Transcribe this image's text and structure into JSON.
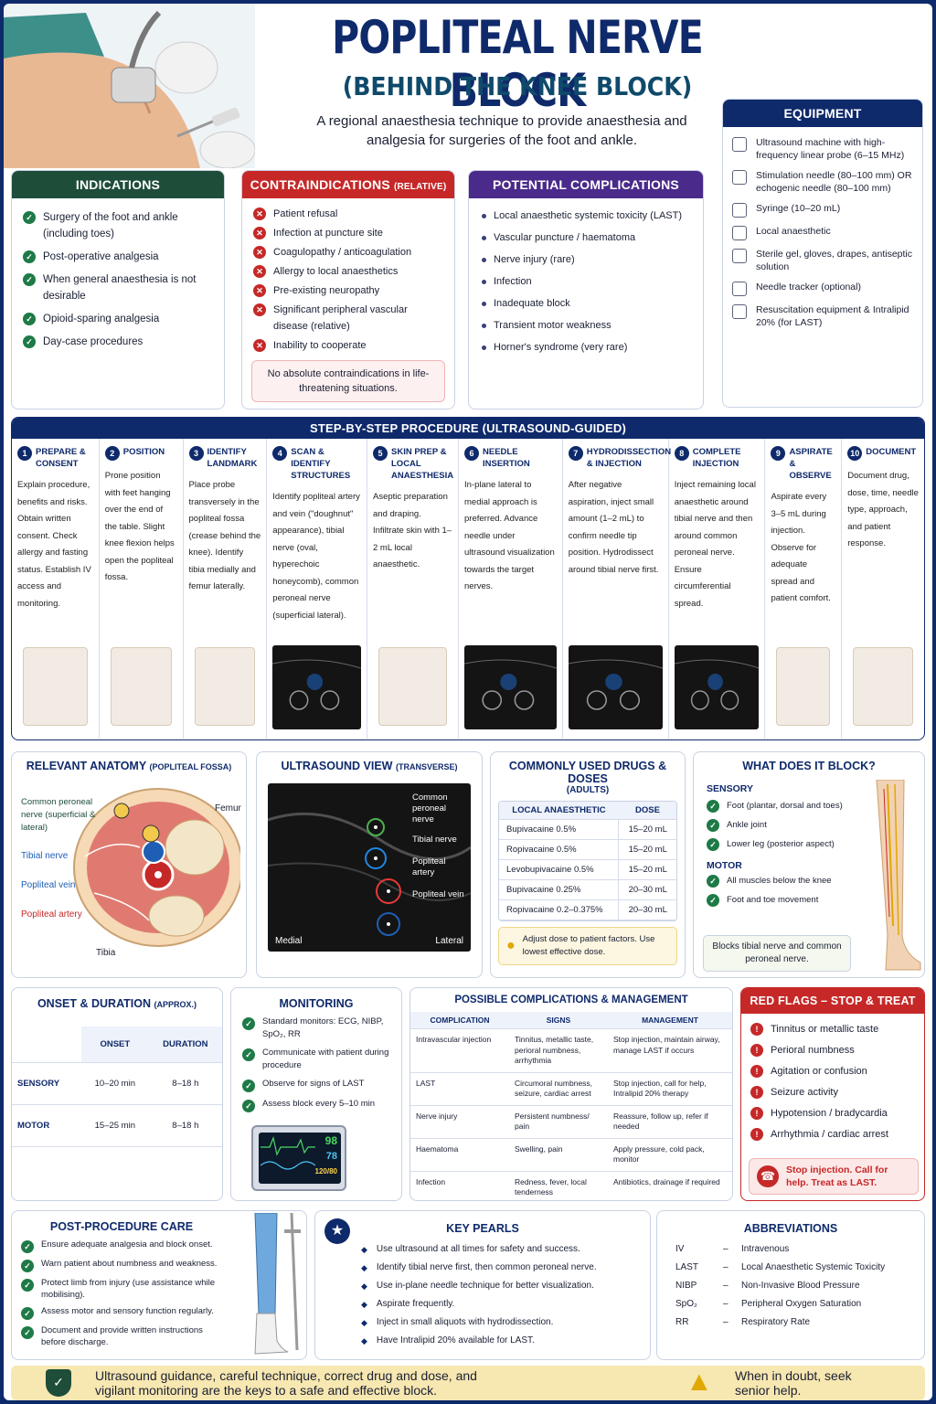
{
  "header": {
    "title": "POPLITEAL NERVE BLOCK",
    "subtitle": "(BEHIND THE KNEE BLOCK)",
    "description": "A regional anaesthesia technique to provide anaesthesia and analgesia for surgeries of the foot and ankle."
  },
  "equipment": {
    "title": "EQUIPMENT",
    "items": [
      {
        "icon": "ultrasound-machine-icon",
        "text": "Ultrasound machine with high-frequency linear probe (6–15 MHz)"
      },
      {
        "icon": "needle-icon",
        "text": "Stimulation needle (80–100 mm) OR echogenic needle (80–100 mm)"
      },
      {
        "icon": "syringe-icon",
        "text": "Syringe (10–20 mL)"
      },
      {
        "icon": "vial-icon",
        "text": "Local anaesthetic"
      },
      {
        "icon": "gel-bottle-icon",
        "text": "Sterile gel, gloves, drapes, antiseptic solution"
      },
      {
        "icon": "needle-tracker-icon",
        "text": "Needle tracker (optional)"
      },
      {
        "icon": "resuscitation-kit-icon",
        "text": "Resuscitation equipment & Intralipid 20% (for LAST)"
      }
    ]
  },
  "indications": {
    "title": "INDICATIONS",
    "items": [
      "Surgery of the foot and ankle (including toes)",
      "Post-operative analgesia",
      "When general anaesthesia is not desirable",
      "Opioid-sparing analgesia",
      "Day-case procedures"
    ]
  },
  "contraindications": {
    "title": "CONTRAINDICATIONS",
    "title_note": "(RELATIVE)",
    "items": [
      "Patient refusal",
      "Infection at puncture site",
      "Coagulopathy / anticoagulation",
      "Allergy to local anaesthetics",
      "Pre-existing neuropathy",
      "Significant peripheral vascular disease (relative)",
      "Inability to cooperate"
    ],
    "note": "No absolute contraindications in life-threatening situations."
  },
  "complications": {
    "title": "POTENTIAL COMPLICATIONS",
    "items": [
      "Local anaesthetic systemic toxicity (LAST)",
      "Vascular puncture / haematoma",
      "Nerve injury (rare)",
      "Infection",
      "Inadequate block",
      "Transient motor weakness",
      "Horner's syndrome (very rare)"
    ]
  },
  "procedure": {
    "title": "STEP-BY-STEP PROCEDURE (ULTRASOUND-GUIDED)",
    "steps": [
      {
        "num": "1",
        "title": "PREPARE & CONSENT",
        "text": "Explain procedure, benefits and risks. Obtain written consent. Check allergy and fasting status. Establish IV access and monitoring."
      },
      {
        "num": "2",
        "title": "POSITION",
        "text": "Prone position with feet hanging over the end of the table. Slight knee flexion helps open the popliteal fossa."
      },
      {
        "num": "3",
        "title": "IDENTIFY LANDMARK",
        "text": "Place probe transversely in the popliteal fossa (crease behind the knee). Identify tibia medially and femur laterally."
      },
      {
        "num": "4",
        "title": "SCAN & IDENTIFY STRUCTURES",
        "text": "Identify popliteal artery and vein (\"doughnut\" appearance), tibial nerve (oval, hyperechoic honeycomb), common peroneal nerve (superficial lateral)."
      },
      {
        "num": "5",
        "title": "SKIN PREP & LOCAL ANAESTHESIA",
        "text": "Aseptic preparation and draping. Infiltrate skin with 1–2 mL local anaesthetic."
      },
      {
        "num": "6",
        "title": "NEEDLE INSERTION",
        "text": "In-plane lateral to medial approach is preferred. Advance needle under ultrasound visualization towards the target nerves."
      },
      {
        "num": "7",
        "title": "HYDRODISSECTION & INJECTION",
        "text": "After negative aspiration, inject small amount (1–2 mL) to confirm needle tip position. Hydrodissect around tibial nerve first."
      },
      {
        "num": "8",
        "title": "COMPLETE INJECTION",
        "text": "Inject remaining local anaesthetic around tibial nerve and then around common peroneal nerve. Ensure circumferential spread."
      },
      {
        "num": "9",
        "title": "ASPIRATE & OBSERVE",
        "text": "Aspirate every 3–5 mL during injection. Observe for adequate spread and patient comfort."
      },
      {
        "num": "10",
        "title": "DOCUMENT",
        "text": "Document drug, dose, time, needle type, approach, and patient response."
      }
    ]
  },
  "anatomy": {
    "title": "RELEVANT ANATOMY",
    "title_note": "(POPLITEAL FOSSA)",
    "labels": {
      "peroneal": "Common peroneal nerve (superficial & lateral)",
      "femur": "Femur",
      "tibial": "Tibial nerve",
      "vein": "Popliteal vein",
      "artery": "Popliteal artery",
      "tibia": "Tibia"
    }
  },
  "ultrasound": {
    "title": "ULTRASOUND VIEW",
    "title_note": "(TRANSVERSE)",
    "labels": [
      "Common peroneal nerve",
      "Tibial nerve",
      "Popliteal artery",
      "Popliteal vein"
    ],
    "medial": "Medial",
    "lateral": "Lateral"
  },
  "drugs": {
    "title": "COMMONLY USED DRUGS & DOSES",
    "subtitle": "(ADULTS)",
    "headers": [
      "LOCAL ANAESTHETIC",
      "DOSE"
    ],
    "rows": [
      [
        "Bupivacaine 0.5%",
        "15–20 mL"
      ],
      [
        "Ropivacaine 0.5%",
        "15–20 mL"
      ],
      [
        "Levobupivacaine 0.5%",
        "15–20 mL"
      ],
      [
        "Bupivacaine 0.25%",
        "20–30 mL"
      ],
      [
        "Ropivacaine 0.2–0.375%",
        "20–30 mL"
      ]
    ],
    "tip": "Adjust dose to patient factors. Use lowest effective dose."
  },
  "blocks": {
    "title": "WHAT DOES IT BLOCK?",
    "sensory_title": "SENSORY",
    "sensory": [
      "Foot (plantar, dorsal and toes)",
      "Ankle joint",
      "Lower leg (posterior aspect)"
    ],
    "motor_title": "MOTOR",
    "motor": [
      "All muscles below the knee",
      "Foot and toe movement"
    ],
    "note": "Blocks tibial nerve and common peroneal nerve."
  },
  "onset": {
    "title": "ONSET & DURATION",
    "title_note": "(APPROX.)",
    "headers": [
      "ONSET",
      "DURATION"
    ],
    "rows": [
      [
        "SENSORY",
        "10–20 min",
        "8–18 h"
      ],
      [
        "MOTOR",
        "15–25 min",
        "8–18 h"
      ]
    ]
  },
  "monitoring": {
    "title": "MONITORING",
    "items": [
      "Standard monitors: ECG, NIBP, SpO₂, RR",
      "Communicate with patient during procedure",
      "Observe for signs of LAST",
      "Assess block every 5–10 min"
    ],
    "monitor_values": [
      "98",
      "78",
      "120/80"
    ]
  },
  "management": {
    "title": "POSSIBLE COMPLICATIONS & MANAGEMENT",
    "headers": [
      "COMPLICATION",
      "SIGNS",
      "MANAGEMENT"
    ],
    "rows": [
      [
        "Intravascular injection",
        "Tinnitus, metallic taste, perioral numbness, arrhythmia",
        "Stop injection, maintain airway, manage LAST if occurs"
      ],
      [
        "LAST",
        "Circumoral numbness, seizure, cardiac arrest",
        "Stop injection, call for help, Intralipid 20% therapy"
      ],
      [
        "Nerve injury",
        "Persistent numbness/ pain",
        "Reassure, follow up, refer if needed"
      ],
      [
        "Haematoma",
        "Swelling, pain",
        "Apply pressure, cold pack, monitor"
      ],
      [
        "Infection",
        "Redness, fever, local tenderness",
        "Antibiotics, drainage if required"
      ]
    ]
  },
  "redflags": {
    "title": "RED FLAGS – STOP & TREAT",
    "items": [
      "Tinnitus or metallic taste",
      "Perioral numbness",
      "Agitation or confusion",
      "Seizure activity",
      "Hypotension / bradycardia",
      "Arrhythmia / cardiac arrest"
    ],
    "alert": "Stop injection. Call for help. Treat as LAST."
  },
  "postcare": {
    "title": "POST-PROCEDURE CARE",
    "items": [
      "Ensure adequate analgesia and block onset.",
      "Warn patient about numbness and weakness.",
      "Protect limb from injury (use assistance while mobilising).",
      "Assess motor and sensory function regularly.",
      "Document and provide written instructions before discharge."
    ]
  },
  "pearls": {
    "title": "KEY PEARLS",
    "items": [
      "Use ultrasound at all times for safety and success.",
      "Identify tibial nerve first, then common peroneal nerve.",
      "Use in-plane needle technique for better visualization.",
      "Aspirate frequently.",
      "Inject in small aliquots with hydrodissection.",
      "Have Intralipid 20% available for LAST."
    ]
  },
  "abbreviations": {
    "title": "ABBREVIATIONS",
    "items": [
      [
        "IV",
        "Intravenous"
      ],
      [
        "LAST",
        "Local Anaesthetic Systemic Toxicity"
      ],
      [
        "NIBP",
        "Non-Invasive Blood Pressure"
      ],
      [
        "SpO₂",
        "Peripheral Oxygen Saturation"
      ],
      [
        "RR",
        "Respiratory Rate"
      ]
    ],
    "dash": "–"
  },
  "footer": {
    "main": "Ultrasound guidance, careful technique, correct drug and dose, and vigilant monitoring are the keys to a safe and effective block.",
    "right": "When in doubt, seek senior help."
  },
  "colors": {
    "navy": "#0f2a6b",
    "green": "#1e4d3a",
    "red": "#c62828",
    "purple": "#4a2a8a",
    "gold": "#f7e7b0"
  }
}
